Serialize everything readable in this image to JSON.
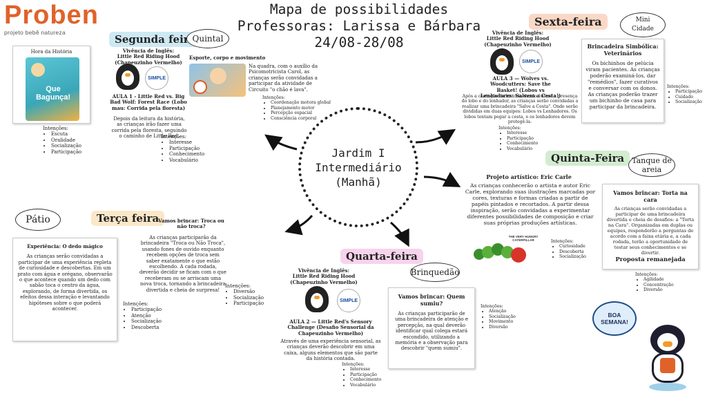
{
  "logo": {
    "word": "Proben",
    "tagline": "projeto bebê natureza"
  },
  "title": {
    "line1": "Mapa de possibilidades",
    "line2": "Professoras: Larissa e Bárbara",
    "line3": "24/08-28/08"
  },
  "center": {
    "line1": "Jardim I",
    "line2": "Intermediário",
    "line3": "(Manhã)"
  },
  "book": {
    "heading": "Hora da História",
    "cover_title": "Que Bagunça!",
    "intents_label": "Intenções:",
    "intents": [
      "Escuta",
      "Oralidade",
      "Socialização",
      "Participação"
    ]
  },
  "monday": {
    "label": "Segunda feira",
    "place": "Quintal",
    "english_title": "Vivência de Inglês:",
    "english_story": "Little Red Riding Hood (Chapeuzinho Vermelho)",
    "simple_logo": "SIMPLE",
    "aula_title": "AULA 1 - Little Red vs. Big Bad Wolf: Forest Race (Lobo mau: Corrida pela floresta)",
    "aula_text": "Depois da leitura da história, as crianças irão fazer uma corrida pela floresta, seguindo o caminho de Little Red.",
    "intents_label": "Intenções:",
    "intents": [
      "Interesse",
      "Participação",
      "Conhecimento",
      "Vocabulário"
    ],
    "sport_title": "Esporte, corpo e movimento",
    "sport_text": "Na quadra, com o auxílio da Psicomotricista Carol, as crianças serão convidadas a participar da atividade de Circuito \"o chão é lava\".",
    "sport_intents_label": "Intenções:",
    "sport_intents": [
      "Coordenação motora global",
      "Planejamento motor",
      "Percepção espacial",
      "Consciência corporal"
    ]
  },
  "tuesday": {
    "label": "Terça feira",
    "place": "Pátio",
    "exp_title": "Experiência: O dedo mágico",
    "exp_text": "As crianças serão convidadas a participar de uma experiência repleta de curiosidade e descobertas. Em um prato com água e orégano, observarão o que acontece quando um dedo com sabão toca o centro da água, explorando, de forma divertida, os efeitos dessa interação e levantando hipóteses sobre o que poderá acontecer.",
    "exp_intents_label": "Intenções:",
    "exp_intents": [
      "Participação",
      "Atenção",
      "Socialização",
      "Descoberta"
    ],
    "play_title": "Vamos brincar: Troca ou não troca?",
    "play_text": "As crianças participarão da brincadeira \"Troca ou Não Troca\", usando fones de ouvido enquanto recebem opções de troca sem saber exatamente o que estão escolhendo. A cada rodada, deverão decidir se ficam com o que receberam ou se arriscam uma nova troca, tornando a brincadeira divertida e cheia de surpresa!",
    "play_intents_label": "Intenções:",
    "play_intents": [
      "Diversão",
      "Socialização",
      "Participação"
    ]
  },
  "wednesday": {
    "label": "Quarta-feira",
    "place": "Brinquedão",
    "english_title": "Vivência de Inglês:",
    "english_story": "Little Red Riding Hood (Chapeuzinho Vermelho)",
    "simple_logo": "SIMPLE",
    "aula_title": "AULA 2 — Little Red's Sensory Challenge (Desafio Sensorial da Chapeuzinho Vermelho)",
    "aula_text": "Através de uma experiência sensorial, as crianças deverão descobrir em uma caixa, alguns elementos que são parte da história contada.",
    "intents_label": "Intenções:",
    "intents": [
      "Interesse",
      "Participação",
      "Conhecimento",
      "Vocabulário"
    ],
    "play_title": "Vamos brincar: Quem sumiu?",
    "play_text": "As crianças participarão de uma brincadeira de atenção e percepção, na qual deverão identificar qual colega estará escondido, utilizando a memória e a observação para descobrir \"quem sumiu\".",
    "play_intents_label": "Intenções:",
    "play_intents": [
      "Atenção",
      "Socialização",
      "Movimento",
      "Diversão"
    ]
  },
  "thursday": {
    "label": "Quinta-Feira",
    "place": "Tanque de areia",
    "art_title": "Projeto artístico: Eric Carle",
    "art_text": "As crianças conhecerão o artista e autor Eric Carle, explorando suas ilustrações marcadas por cores, texturas e formas criadas a partir de papéis pintados e recortados. A partir dessa inspiração, serão convidadas a experimentar diferentes possibilidades de composição e criar suas próprias produções artísticas.",
    "book_title": "THE VERY HUNGRY CATERPILLAR",
    "art_intents_label": "Intenções:",
    "art_intents": [
      "Curiosidade",
      "Descoberta",
      "Socialização"
    ],
    "play_title": "Vamos brincar: Torta na cara",
    "play_text": "As crianças serão convidadas a participar de uma brincadeira divertida e cheia de desafios: a \"Torta na Cara\". Organizadas em duplas ou equipes, responderão a perguntas de acordo com a faixa etária e, a cada rodada, terão a oportunidade de testar seus conhecimentos e se divertir.",
    "remade": "Proposta remanejada",
    "play_intents_label": "Intenções:",
    "play_intents": [
      "Agilidade",
      "Concentração",
      "Diversão"
    ]
  },
  "friday": {
    "label": "Sexta-feira",
    "place": "Mini Cidade",
    "english_title": "Vivência de Inglês:",
    "english_story": "Little Red Riding Hood (Chapeuzinho Vermelho)",
    "simple_logo": "SIMPLE",
    "aula_title": "AULA 3 — Wolves vs. Woodcutters: Save the Basket! (Lobos vs Lenhadores: Salvem a Cesta!)",
    "aula_text": "Após a contação da história dando ênfase a presença do lobo e do lenhador, as crianças serão convidadas a realizar uma brincadeira \"Salve a Cesta\". Onde serão divididas em duas equipes: Lobos vs Lenhadores. Os lobos tentam pegar a cesta, e os lenhadores devem protegê-la.",
    "intents_label": "Intenções:",
    "intents": [
      "Interesse",
      "Participação",
      "Conhecimento",
      "Vocabulário"
    ],
    "play_title": "Brincadeira Simbólica: Veterinários",
    "play_text": "Os bichinhos de pelúcia viram pacientes. As crianças poderão examiná-los, dar \"remédios\", fazer curativos e conversar com os donos. As crianças poderão trazer um bichinho de casa para participar da brincadeira.",
    "play_intents_label": "Intenções:",
    "play_intents": [
      "Participação",
      "Cuidado",
      "Socialização"
    ]
  },
  "farewell": {
    "line1": "BOA",
    "line2": "SEMANA!"
  },
  "colors": {
    "monday": "#cde9f3",
    "tuesday": "#fbe8c8",
    "wednesday": "#f7d3ec",
    "thursday": "#d3ecd0",
    "friday": "#fad8c6"
  }
}
